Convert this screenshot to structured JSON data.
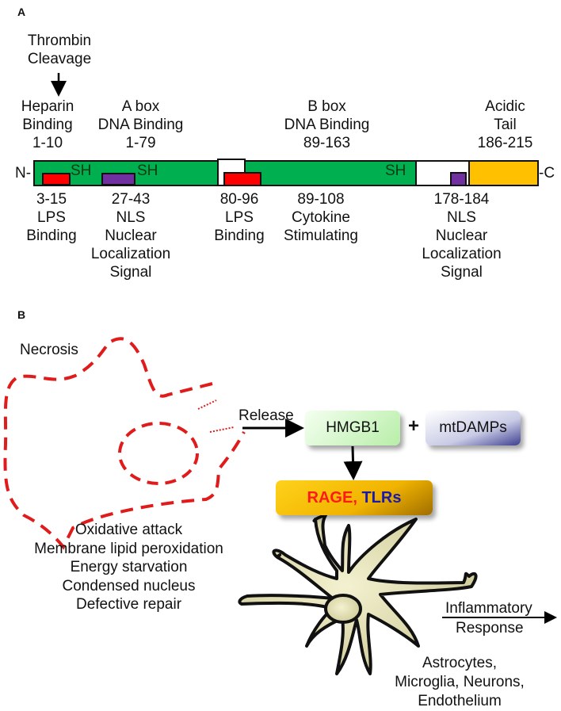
{
  "panel_a": {
    "letter": "A",
    "thrombin": "Thrombin\nCleavage",
    "top_labels": [
      {
        "id": "heparin",
        "text": "Heparin\nBinding\n1-10"
      },
      {
        "id": "a-box",
        "text": "A box\nDNA Binding\n1-79"
      },
      {
        "id": "b-box",
        "text": "B box\nDNA Binding\n89-163"
      },
      {
        "id": "acidic-tail",
        "text": "Acidic\nTail\n186-215"
      }
    ],
    "bottom_labels": [
      {
        "id": "lps-1",
        "text": "3-15\nLPS\nBinding"
      },
      {
        "id": "nls-1",
        "text": "27-43\nNLS\nNuclear\nLocalization\nSignal"
      },
      {
        "id": "lps-2",
        "text": "80-96\nLPS\nBinding"
      },
      {
        "id": "cytokine",
        "text": "89-108\nCytokine\nStimulating"
      },
      {
        "id": "nls-2",
        "text": "178-184\nNLS\nNuclear\nLocalization\nSignal"
      }
    ],
    "n_terminus": "N-",
    "c_terminus": "-C",
    "sh_labels": [
      "SH",
      "SH",
      "SH"
    ],
    "colors": {
      "box": "#00b050",
      "linker": "#ffffff",
      "tail": "#ffc000",
      "lps": "#ff0000",
      "nls": "#7030a0"
    }
  },
  "panel_b": {
    "letter": "B",
    "necrosis": "Necrosis",
    "release": "Release",
    "hmgb1": "HMGB1",
    "plus": "+",
    "mtdamps": "mtDAMPs",
    "receptor_rage": "RAGE,",
    "receptor_tlrs": " TLRs",
    "necrosis_features": [
      "Oxidative attack",
      "Membrane lipid peroxidation",
      "Energy starvation",
      "Condensed nucleus",
      "Defective repair"
    ],
    "inflammatory": "Inflammatory",
    "response": "Response",
    "cell_types": "Astrocytes,\nMicroglia, Neurons,\nEndothelium",
    "colors": {
      "dash": "#e01b1b",
      "rage": "#ff1a1a",
      "tlrs": "#1a1aa8",
      "cell": "#e8e6b8"
    }
  }
}
